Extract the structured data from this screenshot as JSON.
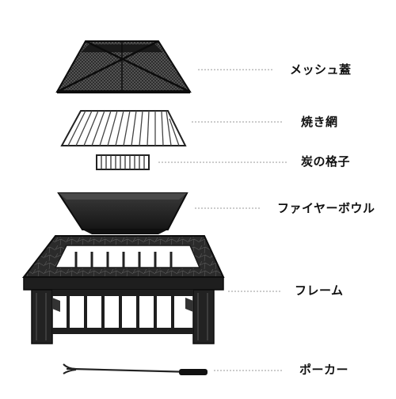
{
  "colors": {
    "metal": "#1e1e1e",
    "edge": "#0c0c0c",
    "leader": "#9a9a9a",
    "text": "#111111",
    "background": "#ffffff"
  },
  "parts": [
    {
      "id": "mesh-lid",
      "label": "メッシュ蓋"
    },
    {
      "id": "grill-grate",
      "label": "焼き網"
    },
    {
      "id": "charcoal-grate",
      "label": "炭の格子"
    },
    {
      "id": "fire-bowl",
      "label": "ファイヤーボウル"
    },
    {
      "id": "frame",
      "label": "フレーム"
    },
    {
      "id": "poker",
      "label": "ポーカー"
    }
  ]
}
